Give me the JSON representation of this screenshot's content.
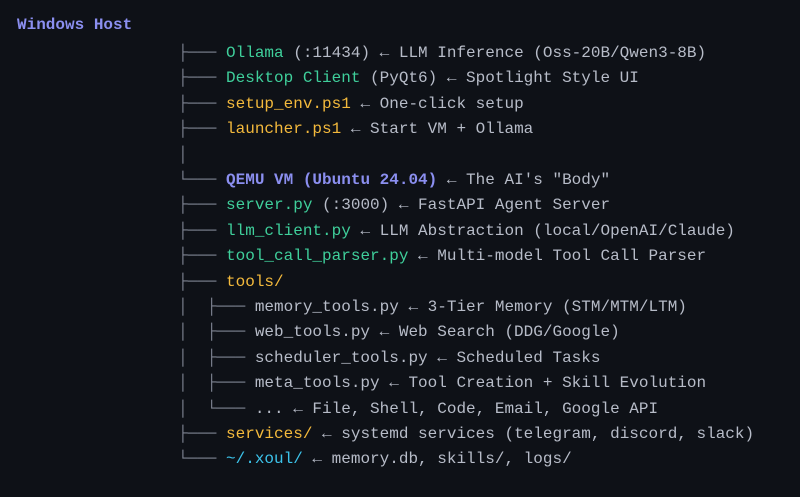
{
  "title": "Windows Host",
  "lines": [
    {
      "prefix": "├─── ",
      "name": "Ollama",
      "color": "green",
      "rest": " (:11434) ← LLM Inference (Oss-20B/Qwen3-8B)"
    },
    {
      "prefix": "├─── ",
      "name": "Desktop Client",
      "color": "green",
      "rest": " (PyQt6) ← Spotlight Style UI"
    },
    {
      "prefix": "├─── ",
      "name": "setup_env.ps1",
      "color": "yellow",
      "rest": " ← One-click setup"
    },
    {
      "prefix": "├─── ",
      "name": "launcher.ps1",
      "color": "yellow",
      "rest": " ← Start VM + Ollama"
    },
    {
      "prefix": "│",
      "name": "",
      "color": "plain",
      "rest": ""
    },
    {
      "prefix": "└─── ",
      "name": "QEMU VM (Ubuntu 24.04)",
      "color": "purple",
      "rest": " ← The AI's \"Body\""
    },
    {
      "prefix": "├─── ",
      "name": "server.py",
      "color": "green",
      "rest": " (:3000) ← FastAPI Agent Server"
    },
    {
      "prefix": "├─── ",
      "name": "llm_client.py",
      "color": "green",
      "rest": " ← LLM Abstraction (local/OpenAI/Claude)"
    },
    {
      "prefix": "├─── ",
      "name": "tool_call_parser.py",
      "color": "green",
      "rest": " ← Multi-model Tool Call Parser"
    },
    {
      "prefix": "├─── ",
      "name": "tools/",
      "color": "yellow",
      "rest": ""
    },
    {
      "prefix": "│  ├─── ",
      "name": "memory_tools.py",
      "color": "plain",
      "rest": " ← 3-Tier Memory (STM/MTM/LTM)"
    },
    {
      "prefix": "│  ├─── ",
      "name": "web_tools.py",
      "color": "plain",
      "rest": " ← Web Search (DDG/Google)"
    },
    {
      "prefix": "│  ├─── ",
      "name": "scheduler_tools.py",
      "color": "plain",
      "rest": " ← Scheduled Tasks"
    },
    {
      "prefix": "│  ├─── ",
      "name": "meta_tools.py",
      "color": "plain",
      "rest": " ← Tool Creation + Skill Evolution"
    },
    {
      "prefix": "│  └─── ",
      "name": "...",
      "color": "plain",
      "rest": " ← File, Shell, Code, Email, Google API"
    },
    {
      "prefix": "├─── ",
      "name": "services/",
      "color": "yellow",
      "rest": " ← systemd services (telegram, discord, slack)"
    },
    {
      "prefix": "└─── ",
      "name": "~/.xoul/",
      "color": "cyan",
      "rest": " ← memory.db, skills/, logs/"
    }
  ]
}
